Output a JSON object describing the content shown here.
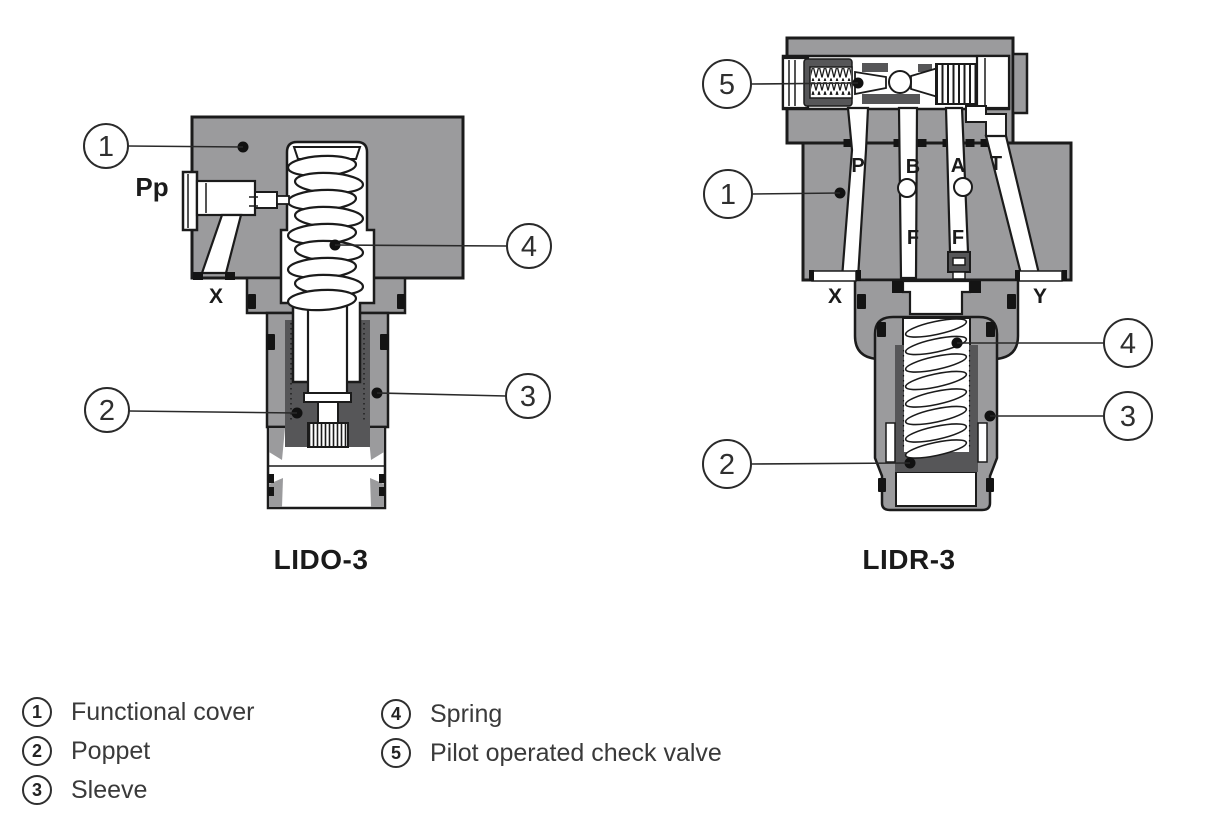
{
  "diagrams": {
    "left": {
      "caption": "LIDO-3",
      "labels": {
        "pp": "Pp",
        "x": "X"
      },
      "callouts": {
        "c1": "1",
        "c2": "2",
        "c3": "3",
        "c4": "4"
      }
    },
    "right": {
      "caption": "LIDR-3",
      "labels": {
        "p": "P",
        "b": "B",
        "a": "A",
        "t": "T",
        "f_b": "F",
        "f_a": "F",
        "x": "X",
        "y": "Y"
      },
      "callouts": {
        "c1": "1",
        "c2": "2",
        "c3": "3",
        "c4": "4",
        "c5": "5"
      }
    }
  },
  "legend": {
    "items": [
      {
        "num": "1",
        "label": "Functional cover"
      },
      {
        "num": "2",
        "label": "Poppet"
      },
      {
        "num": "3",
        "label": "Sleeve"
      },
      {
        "num": "4",
        "label": "Spring"
      },
      {
        "num": "5",
        "label": "Pilot operated check valve"
      }
    ]
  },
  "colors": {
    "body_gray": "#9b9b9d",
    "dark_gray": "#565658",
    "outline": "#1b1b1b",
    "background": "#ffffff"
  }
}
